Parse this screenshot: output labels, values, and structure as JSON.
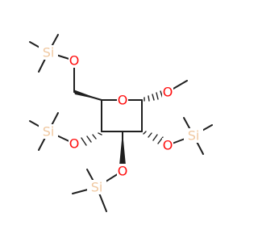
{
  "colors": {
    "bond": "#1f1f1f",
    "oxygen": "#ff0d0d",
    "silicon": "#f0c8a0",
    "background": "#ffffff"
  },
  "atoms": {
    "si_top": "Si",
    "o_top": "O",
    "o_ring": "O",
    "o_methoxy": "O",
    "si_left": "Si",
    "o_left": "O",
    "o_right": "O",
    "si_right": "Si",
    "o_bottom": "O",
    "si_bottom": "Si"
  }
}
